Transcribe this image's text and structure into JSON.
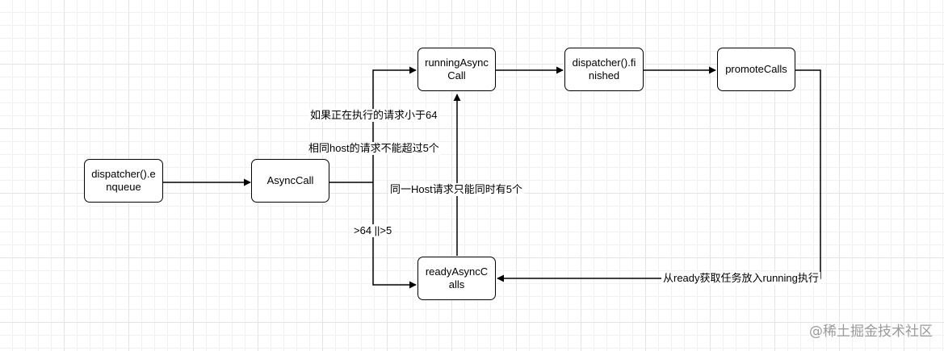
{
  "nodes": {
    "enqueue": "dispatcher().enqueue",
    "async_call": "AsyncCall",
    "running_async_call": "runningAsyncCall",
    "ready_async_calls": "readyAsyncCalls",
    "finished": "dispatcher().finished",
    "promote_calls": "promoteCalls"
  },
  "labels": {
    "running_less_than_64": "如果正在执行的请求小于64",
    "same_host_limit": "相同host的请求不能超过5个",
    "same_host_concurrency": "同一Host请求只能同时有5个",
    "overflow_condition": ">64 ||>5",
    "promote_from_ready": "从ready获取任务放入running执行"
  },
  "watermark": "@稀土掘金技术社区"
}
